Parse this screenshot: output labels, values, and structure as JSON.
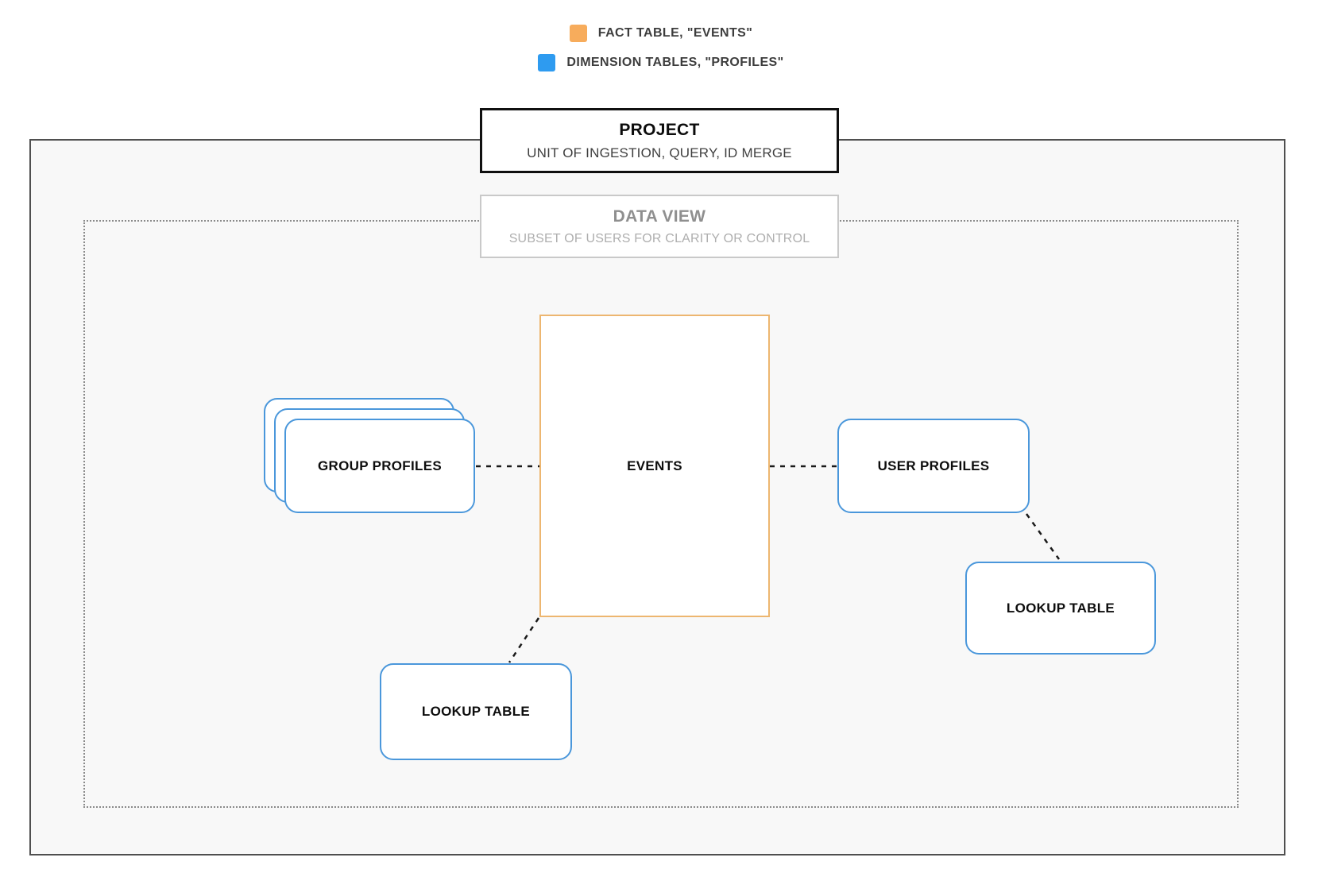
{
  "legend": {
    "items": [
      {
        "name": "fact-table-legend",
        "label": "FACT TABLE, \"EVENTS\"",
        "swatch_color": "#F7AC5C"
      },
      {
        "name": "dimension-tables-legend",
        "label": "DIMENSION TABLES, \"PROFILES\"",
        "swatch_color": "#2E9BF0"
      }
    ]
  },
  "project_box": {
    "title": "PROJECT",
    "subtitle": "UNIT OF INGESTION, QUERY, ID MERGE"
  },
  "data_view_box": {
    "title": "DATA VIEW",
    "subtitle": "SUBSET OF USERS FOR CLARITY OR CONTROL"
  },
  "nodes": {
    "events": {
      "label": "EVENTS",
      "border_color": "#EDB670"
    },
    "group_profiles": {
      "label": "GROUP PROFILES",
      "border_color": "#4A97DB",
      "stacked_cards": 3
    },
    "user_profiles": {
      "label": "USER PROFILES",
      "border_color": "#4A97DB"
    },
    "lookup_table_bottom": {
      "label": "LOOKUP TABLE",
      "border_color": "#4A97DB"
    },
    "lookup_table_right": {
      "label": "LOOKUP TABLE",
      "border_color": "#4A97DB"
    }
  },
  "edges": [
    {
      "from": "group_profiles",
      "to": "events",
      "style": "dashed"
    },
    {
      "from": "events",
      "to": "user_profiles",
      "style": "dashed"
    },
    {
      "from": "user_profiles",
      "to": "lookup_table_right",
      "style": "dashed"
    },
    {
      "from": "events",
      "to": "lookup_table_bottom",
      "style": "dashed"
    }
  ],
  "colors": {
    "fact_accent": "#F7AC5C",
    "dimension_accent": "#2E9BF0",
    "node_border_blue": "#4A97DB",
    "events_border_orange": "#EDB670",
    "outer_border": "#4F4F4F",
    "canvas_background": "#F8F8F8",
    "connector": "#1A1A1A"
  }
}
